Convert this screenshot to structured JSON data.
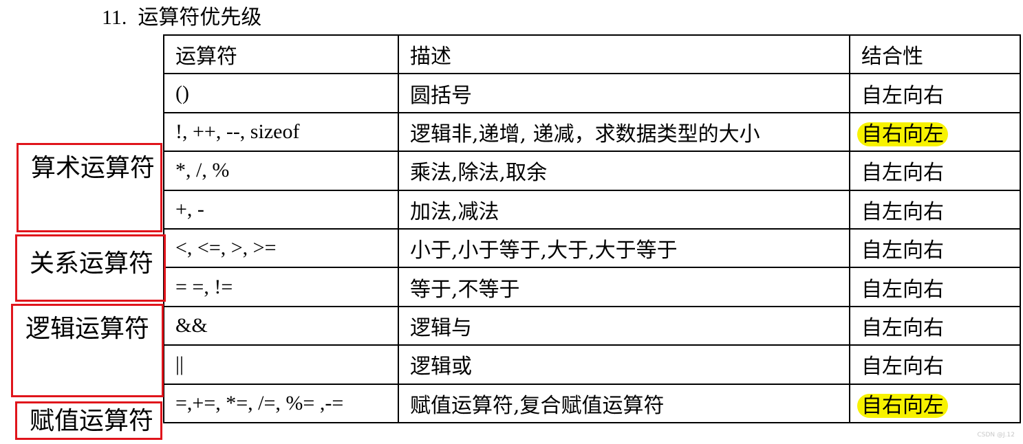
{
  "heading": {
    "number": "11.",
    "title": "运算符优先级"
  },
  "table": {
    "headers": [
      "运算符",
      "描述",
      "结合性"
    ],
    "rows": [
      {
        "op": "()",
        "desc": "圆括号",
        "assoc": "自左向右",
        "highlight": false
      },
      {
        "op": "!, ++, --, sizeof",
        "desc": "逻辑非,递增, 递减，求数据类型的大小",
        "assoc": "自右向左",
        "highlight": true
      },
      {
        "op": "*, /, %",
        "desc": "乘法,除法,取余",
        "assoc": "自左向右",
        "highlight": false
      },
      {
        "op": "+, -",
        "desc": "加法,减法",
        "assoc": "自左向右",
        "highlight": false
      },
      {
        "op": "<, <=, >, >=",
        "desc": "小于,小于等于,大于,大于等于",
        "assoc": "自左向右",
        "highlight": false
      },
      {
        "op": "= =, !=",
        "desc": "等于,不等于",
        "assoc": "自左向右",
        "highlight": false
      },
      {
        "op": "&&",
        "desc": "逻辑与",
        "assoc": "自左向右",
        "highlight": false
      },
      {
        "op": "||",
        "desc": "逻辑或",
        "assoc": "自左向右",
        "highlight": false
      },
      {
        "op": "=,+=, *=, /=, %= ,-=",
        "desc": "赋值运算符,复合赋值运算符",
        "assoc": "自右向左",
        "highlight": true
      }
    ]
  },
  "groups": [
    "算术运算符",
    "关系运算符",
    "逻辑运算符",
    "赋值运算符"
  ],
  "watermark": "CSDN @J.12",
  "colors": {
    "annotation_border": "#e0141b",
    "highlight": "#f7f200"
  }
}
